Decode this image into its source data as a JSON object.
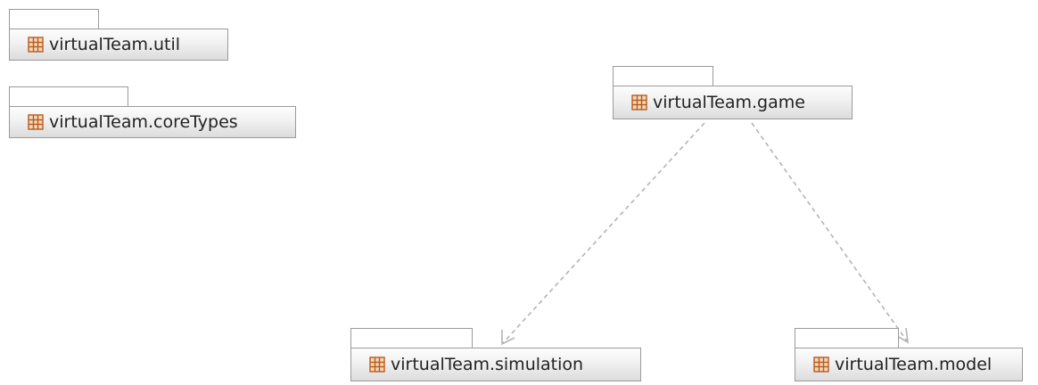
{
  "diagram": {
    "packages": [
      {
        "id": "util",
        "name": "virtualTeam.util"
      },
      {
        "id": "coreTypes",
        "name": "virtualTeam.coreTypes"
      },
      {
        "id": "game",
        "name": "virtualTeam.game"
      },
      {
        "id": "simulation",
        "name": "virtualTeam.simulation"
      },
      {
        "id": "model",
        "name": "virtualTeam.model"
      }
    ],
    "dependencies": [
      {
        "from": "game",
        "to": "simulation",
        "style": "dashed"
      },
      {
        "from": "game",
        "to": "model",
        "style": "dashed"
      }
    ],
    "icon": "package-icon",
    "colors": {
      "icon": "#b85a1e",
      "border": "#9a9a9a",
      "dependency_line": "#b4b4b4"
    }
  }
}
